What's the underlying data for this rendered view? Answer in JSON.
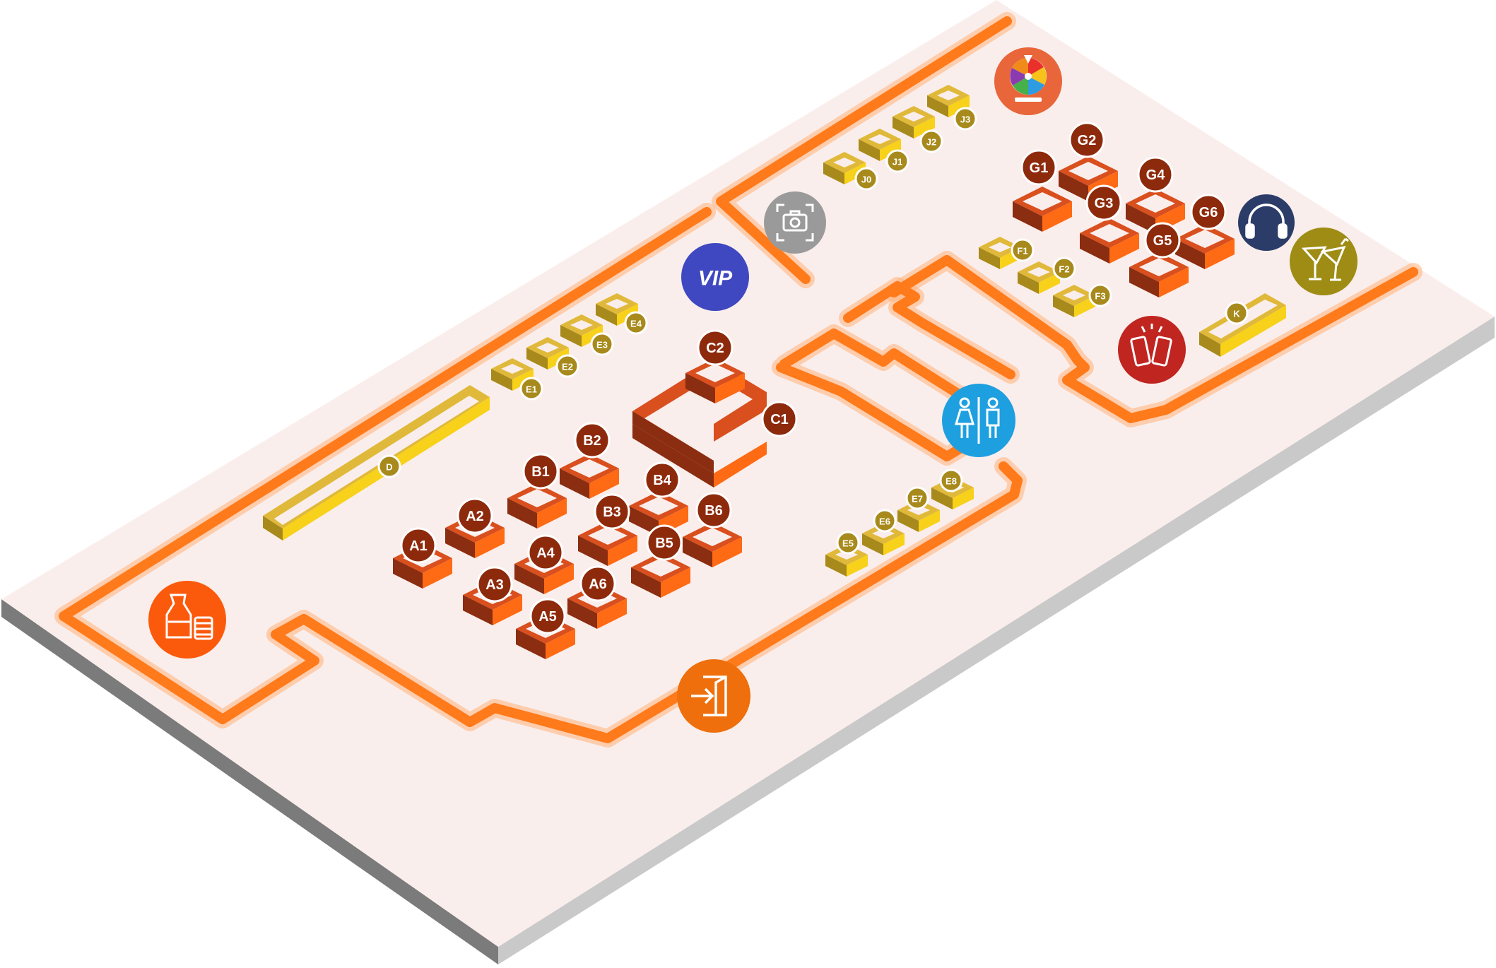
{
  "colors": {
    "floor": "#faeeec",
    "base_left": "#7b7b7b",
    "base_right": "#c9c9c9",
    "wall": "#ff7a1a",
    "table_red_top": "#d94f1e",
    "table_red_side": "#8a2d10",
    "table_red_front": "#ff6a14",
    "marker_red": "#8e2a0c",
    "table_gold_top": "#e0b93a",
    "table_gold_front": "#f7d11a",
    "marker_gold": "#a88a1c"
  },
  "tables_large": [
    {
      "id": "A1",
      "label": "A1"
    },
    {
      "id": "A2",
      "label": "A2"
    },
    {
      "id": "A3",
      "label": "A3"
    },
    {
      "id": "A4",
      "label": "A4"
    },
    {
      "id": "A5",
      "label": "A5"
    },
    {
      "id": "A6",
      "label": "A6"
    },
    {
      "id": "B1",
      "label": "B1"
    },
    {
      "id": "B2",
      "label": "B2"
    },
    {
      "id": "B3",
      "label": "B3"
    },
    {
      "id": "B4",
      "label": "B4"
    },
    {
      "id": "B5",
      "label": "B5"
    },
    {
      "id": "B6",
      "label": "B6"
    },
    {
      "id": "C1",
      "label": "C1"
    },
    {
      "id": "C2",
      "label": "C2"
    },
    {
      "id": "G1",
      "label": "G1"
    },
    {
      "id": "G2",
      "label": "G2"
    },
    {
      "id": "G3",
      "label": "G3"
    },
    {
      "id": "G4",
      "label": "G4"
    },
    {
      "id": "G5",
      "label": "G5"
    },
    {
      "id": "G6",
      "label": "G6"
    }
  ],
  "tables_small": [
    {
      "id": "D",
      "label": "D"
    },
    {
      "id": "E1",
      "label": "E1"
    },
    {
      "id": "E2",
      "label": "E2"
    },
    {
      "id": "E3",
      "label": "E3"
    },
    {
      "id": "E4",
      "label": "E4"
    },
    {
      "id": "E5",
      "label": "E5"
    },
    {
      "id": "E6",
      "label": "E6"
    },
    {
      "id": "E7",
      "label": "E7"
    },
    {
      "id": "E8",
      "label": "E8"
    },
    {
      "id": "F1",
      "label": "F1"
    },
    {
      "id": "F2",
      "label": "F2"
    },
    {
      "id": "F3",
      "label": "F3"
    },
    {
      "id": "J0",
      "label": "J0"
    },
    {
      "id": "J1",
      "label": "J1"
    },
    {
      "id": "J2",
      "label": "J2"
    },
    {
      "id": "J3",
      "label": "J3"
    },
    {
      "id": "K",
      "label": "K"
    }
  ],
  "amenities": [
    {
      "id": "vip",
      "label": "VIP",
      "icon": "vip-icon",
      "color": "#3f48c0"
    },
    {
      "id": "photo",
      "icon": "camera-icon",
      "color": "#9a9a9a"
    },
    {
      "id": "wheel",
      "icon": "prize-wheel-icon",
      "color": "#e8663a"
    },
    {
      "id": "headphones",
      "icon": "headphones-icon",
      "color": "#2c3c68"
    },
    {
      "id": "cocktails",
      "icon": "cocktail-icon",
      "color": "#9e8c15"
    },
    {
      "id": "drinks",
      "icon": "beer-cans-icon",
      "color": "#c02520"
    },
    {
      "id": "restroom",
      "icon": "restroom-icon",
      "color": "#1e9fe0"
    },
    {
      "id": "bar",
      "icon": "bottle-bar-icon",
      "color": "#fb5a0c"
    },
    {
      "id": "entrance",
      "icon": "entrance-door-icon",
      "color": "#ee6f0b"
    }
  ]
}
